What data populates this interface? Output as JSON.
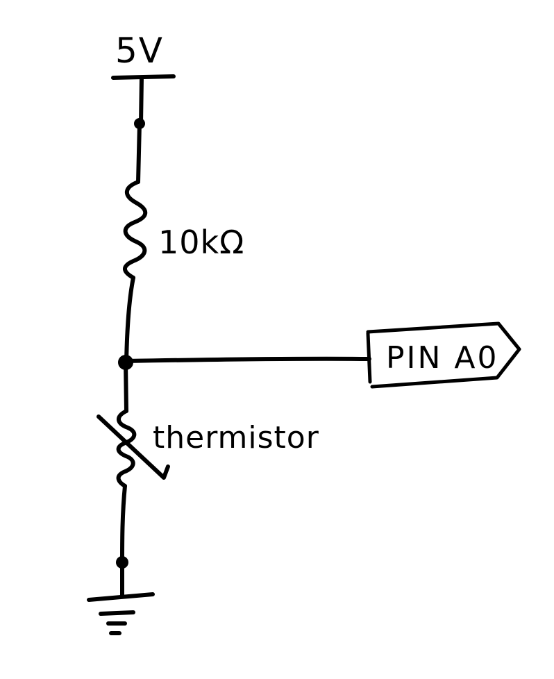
{
  "supply": {
    "label": "5V"
  },
  "resistor": {
    "label": "10kΩ"
  },
  "thermistor": {
    "label": "thermistor"
  },
  "output_pin": {
    "label": "PIN A0"
  },
  "ground": {
    "symbol": "ground-icon"
  },
  "colors": {
    "ink": "#000000",
    "paper": "#ffffff"
  }
}
